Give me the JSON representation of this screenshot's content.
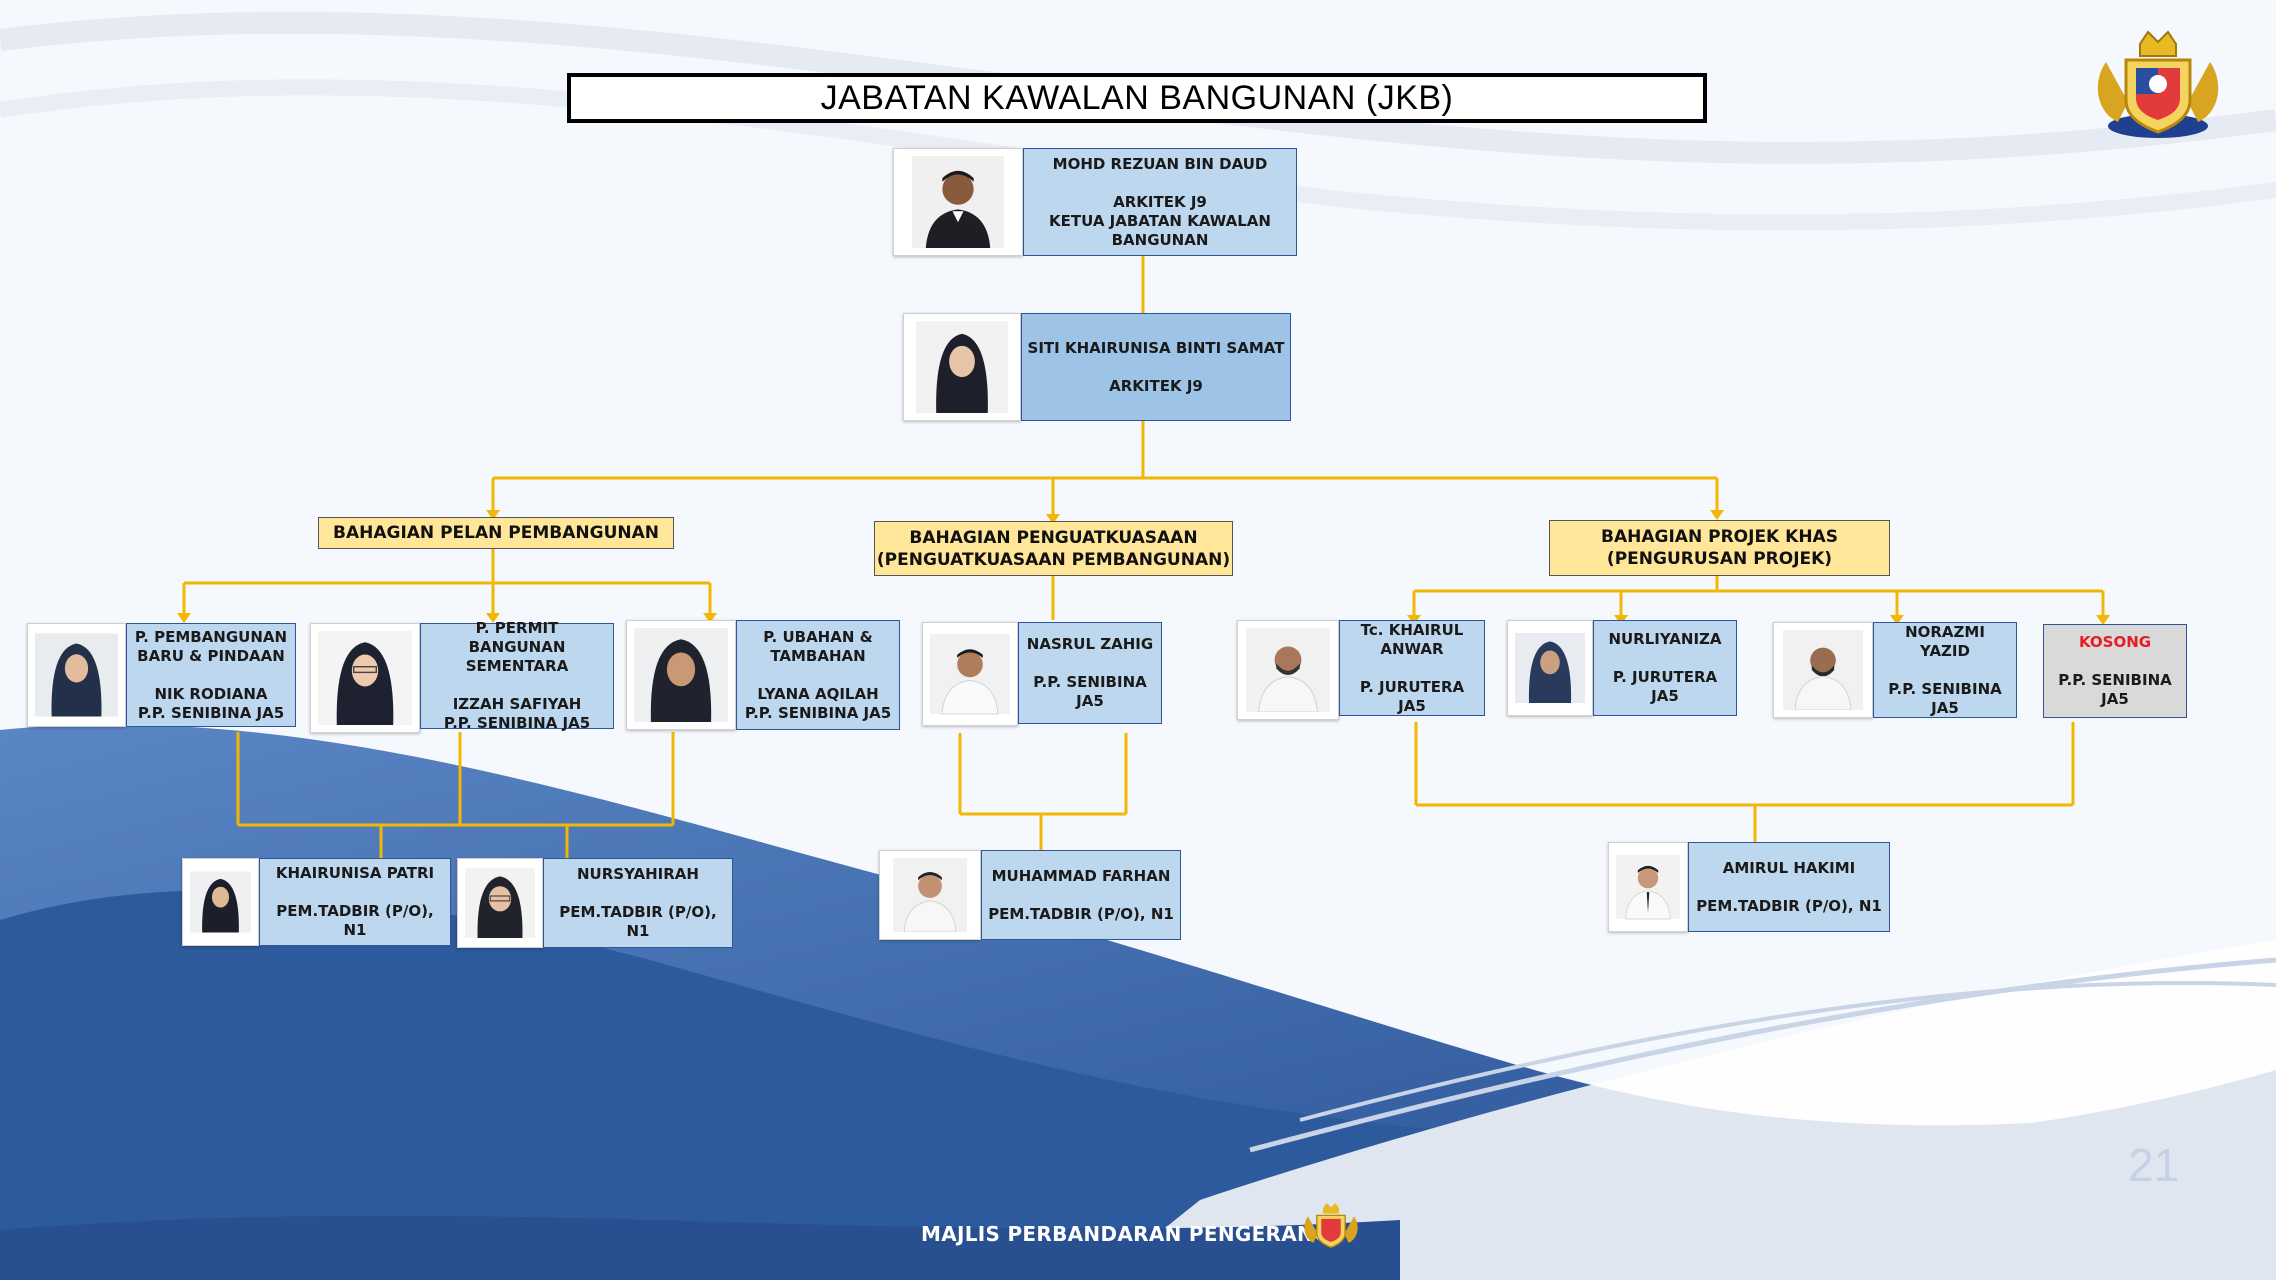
{
  "title": "JABATAN KAWALAN BANGUNAN (JKB)",
  "head": {
    "name": "MOHD REZUAN BIN DAUD",
    "role": "ARKITEK J9\nKETUA JABATAN KAWALAN\nBANGUNAN"
  },
  "deputy": {
    "name": "SITI KHAIRUNISA BINTI SAMAT",
    "role": "ARKITEK J9"
  },
  "sections": [
    {
      "line1": "BAHAGIAN PELAN PEMBANGUNAN",
      "line2": ""
    },
    {
      "line1": "BAHAGIAN PENGUATKUASAAN",
      "line2": "(PENGUATKUASAAN PEMBANGUNAN)"
    },
    {
      "line1": "BAHAGIAN PROJEK KHAS",
      "line2": "(PENGURUSAN PROJEK)"
    }
  ],
  "staff": [
    {
      "title": "P. PEMBANGUNAN\nBARU & PINDAAN",
      "name": "NIK RODIANA\nP.P. SENIBINA JA5"
    },
    {
      "title": "P. PERMIT BANGUNAN\nSEMENTARA",
      "name": "IZZAH SAFIYAH\nP.P. SENIBINA JA5"
    },
    {
      "title": "P. UBAHAN &\nTAMBAHAN",
      "name": "LYANA AQILAH\nP.P. SENIBINA JA5"
    },
    {
      "title": "NASRUL ZAHIG",
      "name": "P.P. SENIBINA\nJA5"
    },
    {
      "title": "Tc. KHAIRUL\nANWAR",
      "name": "P. JURUTERA\nJA5"
    },
    {
      "title": "NURLIYANIZA",
      "name": "P. JURUTERA\nJA5"
    },
    {
      "title": "NORAZMI\nYAZID",
      "name": "P.P. SENIBINA\nJA5"
    },
    {
      "title": "KOSONG",
      "name": "P.P. SENIBINA\nJA5"
    }
  ],
  "clerks": [
    {
      "name": "KHAIRUNISA PATRI",
      "role": "PEM.TADBIR (P/O), N1"
    },
    {
      "name": "NURSYAHIRAH",
      "role": "PEM.TADBIR (P/O), N1"
    },
    {
      "name": "MUHAMMAD FARHAN",
      "role": "PEM.TADBIR (P/O), N1"
    },
    {
      "name": "AMIRUL HAKIMI",
      "role": "PEM.TADBIR (P/O), N1"
    }
  ],
  "footer": "MAJLIS PERBANDARAN PENGERANG",
  "page_number": "21",
  "colors": {
    "connector": "#f2b705",
    "card_fill": "#bdd7ee",
    "section_fill": "#ffe699",
    "vacant_fill": "#d9d9d9",
    "vacant_text": "#e31e24",
    "wave_dark": "#2d5a9c"
  }
}
